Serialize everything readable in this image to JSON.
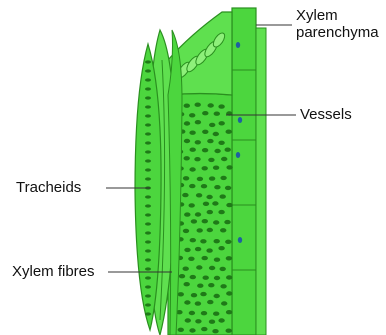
{
  "labels": {
    "xylem_parenchyma_line1": "Xylem",
    "xylem_parenchyma_line2": "parenchyma",
    "vessels": "Vessels",
    "tracheids": "Tracheids",
    "xylem_fibres": "Xylem fibres"
  },
  "colors": {
    "tissue_fill": "#4cd63e",
    "tissue_light": "#8ef07a",
    "outline": "#2a8f1f",
    "pit_dot": "#1f7a18",
    "label_text": "#111111",
    "leader_line": "#333333"
  }
}
